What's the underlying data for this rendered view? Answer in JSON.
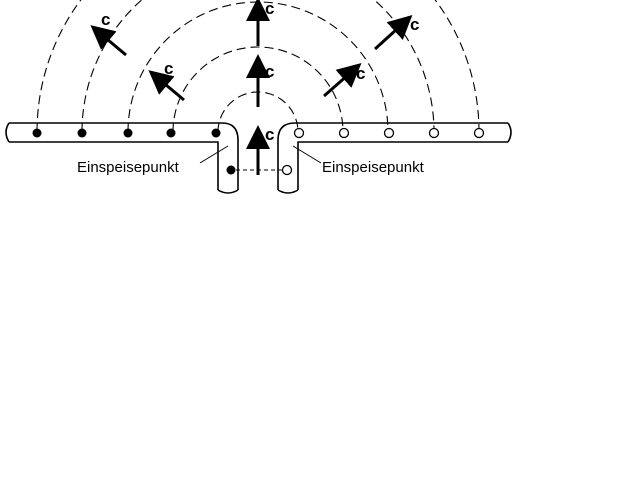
{
  "labels": {
    "feed_left": "Einspeisepunkt",
    "feed_right": "Einspeisepunkt",
    "velocity": "c"
  },
  "colors": {
    "stroke": "#000000",
    "background": "#ffffff"
  },
  "icons": {
    "filled_source": "filled-circle-icon",
    "hollow_source": "hollow-circle-icon",
    "direction": "arrow-icon"
  }
}
